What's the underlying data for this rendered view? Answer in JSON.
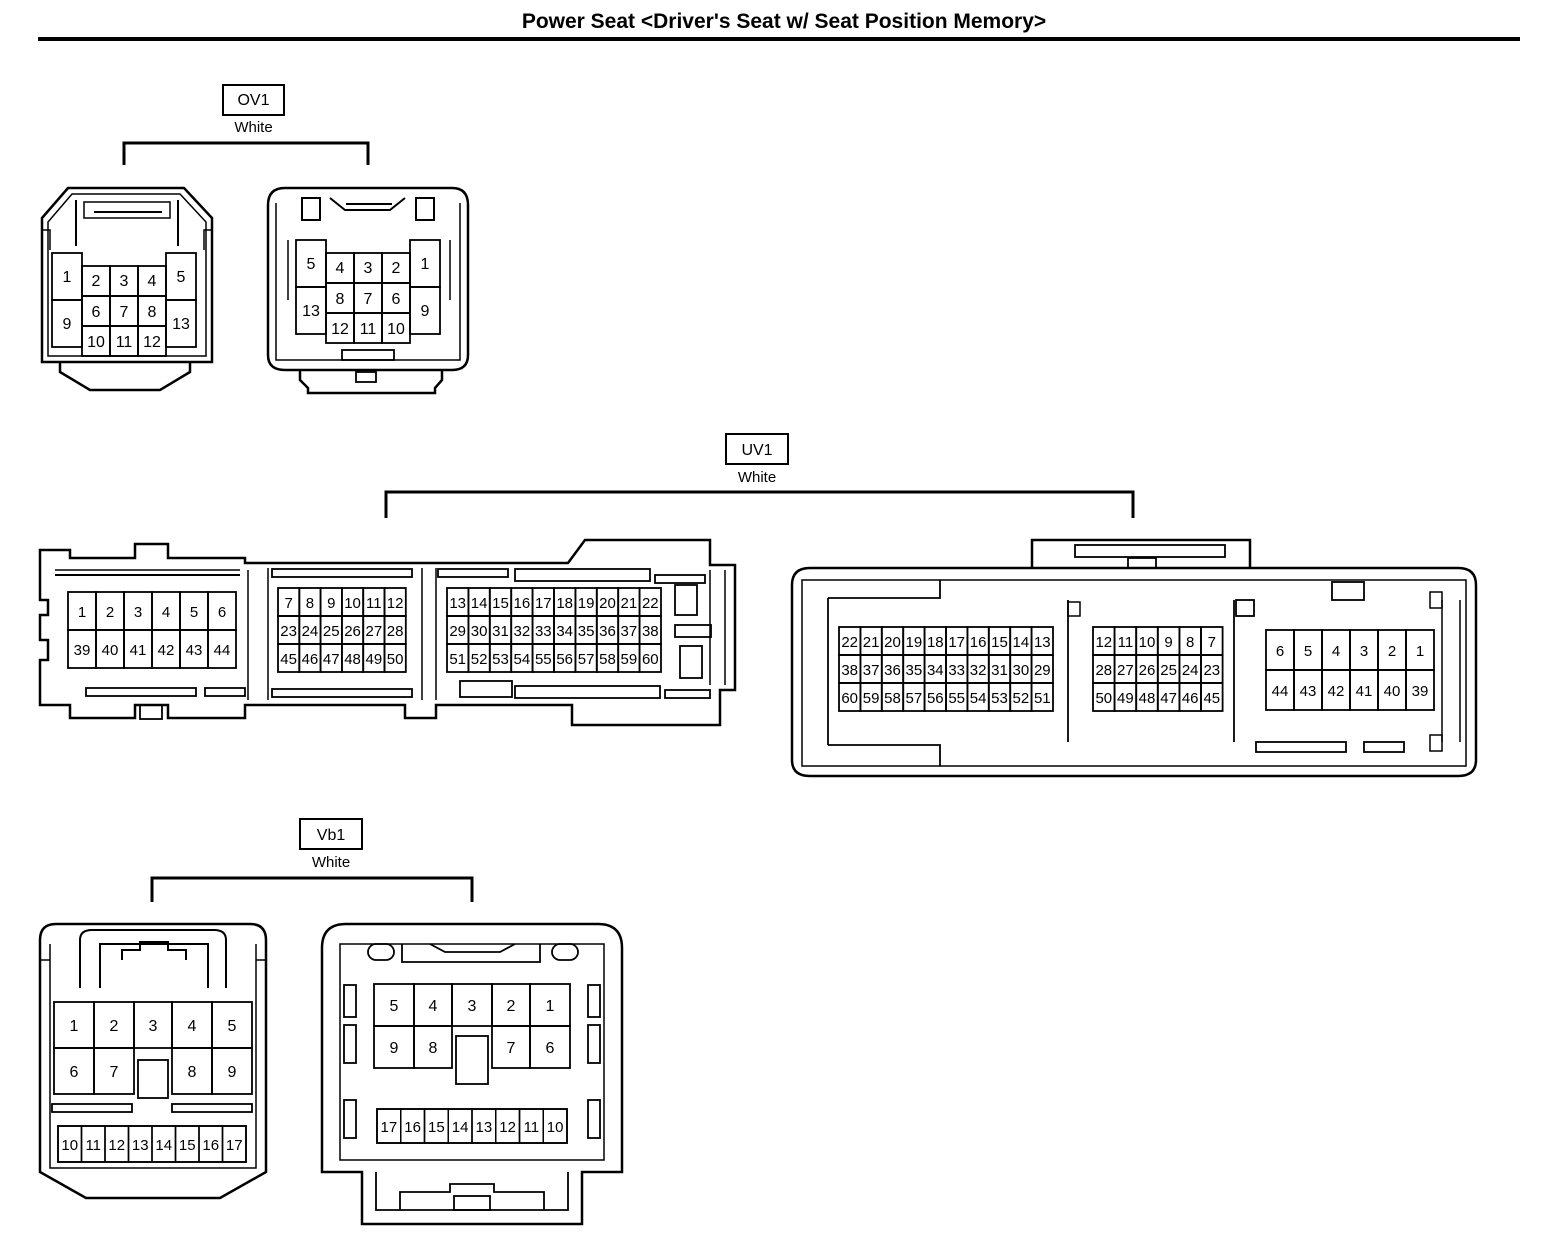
{
  "title": "Power Seat <Driver's Seat w/ Seat Position Memory>",
  "connectors": {
    "ov1": {
      "code": "OV1",
      "color": "White",
      "left_face": {
        "row1": [
          "1",
          "2",
          "3",
          "4",
          "5"
        ],
        "row2": [
          "9",
          "6",
          "7",
          "8",
          "13"
        ],
        "row3": [
          "10",
          "11",
          "12"
        ]
      },
      "right_face": {
        "row1": [
          "5",
          "4",
          "3",
          "2",
          "1"
        ],
        "row2": [
          "13",
          "8",
          "7",
          "6",
          "9"
        ],
        "row3": [
          "12",
          "11",
          "10"
        ]
      }
    },
    "uv1": {
      "code": "UV1",
      "color": "White",
      "left_face": {
        "block_a": [
          [
            "1",
            "2",
            "3",
            "4",
            "5",
            "6"
          ],
          [
            "39",
            "40",
            "41",
            "42",
            "43",
            "44"
          ]
        ],
        "block_b": [
          [
            "7",
            "8",
            "9",
            "10",
            "11",
            "12"
          ],
          [
            "23",
            "24",
            "25",
            "26",
            "27",
            "28"
          ],
          [
            "45",
            "46",
            "47",
            "48",
            "49",
            "50"
          ]
        ],
        "block_c": [
          [
            "13",
            "14",
            "15",
            "16",
            "17",
            "18",
            "19",
            "20",
            "21",
            "22"
          ],
          [
            "29",
            "30",
            "31",
            "32",
            "33",
            "34",
            "35",
            "36",
            "37",
            "38"
          ],
          [
            "51",
            "52",
            "53",
            "54",
            "55",
            "56",
            "57",
            "58",
            "59",
            "60"
          ]
        ]
      },
      "right_face": {
        "block_a": [
          [
            "22",
            "21",
            "20",
            "19",
            "18",
            "17",
            "16",
            "15",
            "14",
            "13"
          ],
          [
            "38",
            "37",
            "36",
            "35",
            "34",
            "33",
            "32",
            "31",
            "30",
            "29"
          ],
          [
            "60",
            "59",
            "58",
            "57",
            "56",
            "55",
            "54",
            "53",
            "52",
            "51"
          ]
        ],
        "block_b": [
          [
            "12",
            "11",
            "10",
            "9",
            "8",
            "7"
          ],
          [
            "28",
            "27",
            "26",
            "25",
            "24",
            "23"
          ],
          [
            "50",
            "49",
            "48",
            "47",
            "46",
            "45"
          ]
        ],
        "block_c": [
          [
            "6",
            "5",
            "4",
            "3",
            "2",
            "1"
          ],
          [
            "44",
            "43",
            "42",
            "41",
            "40",
            "39"
          ]
        ]
      }
    },
    "vb1": {
      "code": "Vb1",
      "color": "White",
      "left_face": {
        "row1": [
          "1",
          "2",
          "3",
          "4",
          "5"
        ],
        "row2": [
          "6",
          "7",
          "8",
          "9"
        ],
        "row3": [
          "10",
          "11",
          "12",
          "13",
          "14",
          "15",
          "16",
          "17"
        ]
      },
      "right_face": {
        "row1": [
          "5",
          "4",
          "3",
          "2",
          "1"
        ],
        "row2": [
          "9",
          "8",
          "7",
          "6"
        ],
        "row3": [
          "17",
          "16",
          "15",
          "14",
          "13",
          "12",
          "11",
          "10"
        ]
      }
    }
  }
}
